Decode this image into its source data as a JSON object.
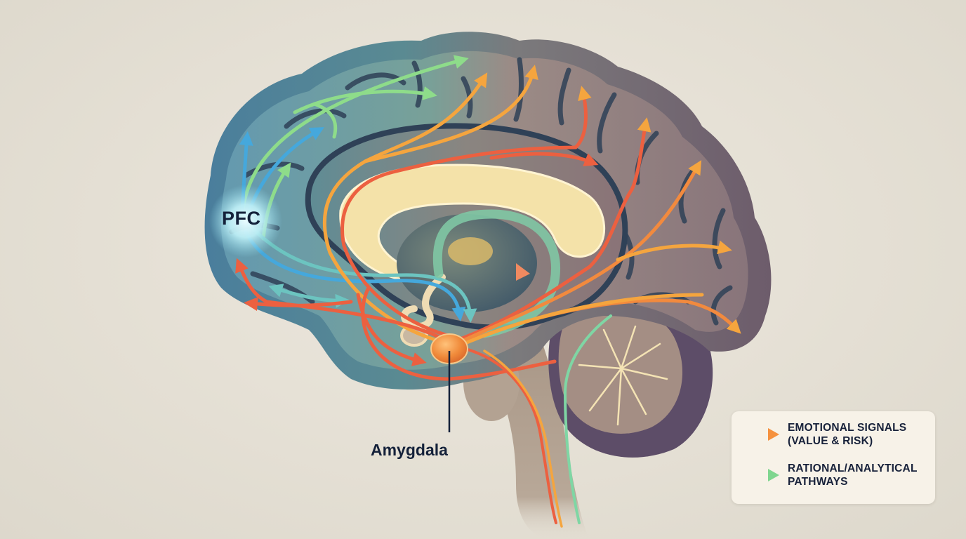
{
  "diagram": {
    "subject": "Sagittal brain illustration showing emotional and rational pathways",
    "labels": {
      "pfc": "PFC",
      "amygdala": "Amygdala"
    },
    "legend": {
      "items": [
        {
          "id": "emotional",
          "line1": "EMOTIONAL SIGNALS",
          "line2": "(VALUE & RISK)",
          "arrow_colors": [
            "#e8474a",
            "#f5913e"
          ]
        },
        {
          "id": "rational",
          "line1": "RATIONAL/ANALYTICAL",
          "line2": "PATHWAYS",
          "arrow_colors": [
            "#2e95cf",
            "#7fd68f"
          ]
        }
      ]
    },
    "colors": {
      "background": "#e6e1d6",
      "brain_front": "#4c7d9a",
      "brain_back": "#7a6470",
      "outline": "#34465e",
      "corpus_callosum": "#f4e2a9",
      "emotional_red": "#e8533f",
      "emotional_orange": "#f4a13e",
      "rational_blue": "#3aa3d8",
      "rational_green": "#8ddc8e",
      "amygdala": "#f08a3a",
      "cerebellum": "#a68f84",
      "text": "#14213a"
    }
  }
}
